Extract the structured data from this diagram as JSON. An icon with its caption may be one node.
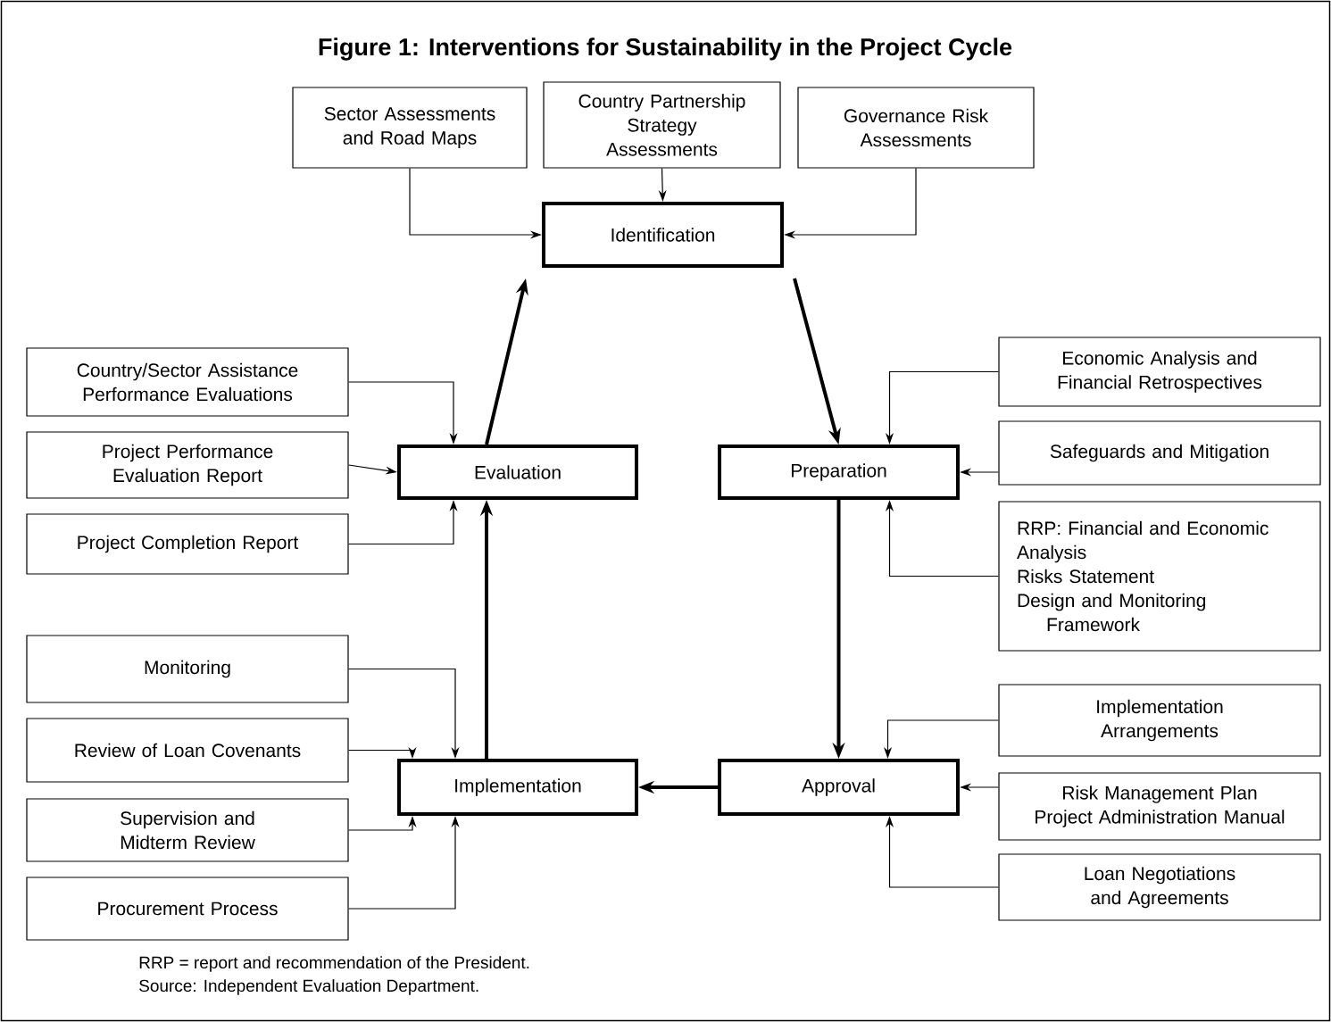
{
  "diagram": {
    "title": "Figure 1: Interventions for Sustainability in the Project Cycle",
    "nodes": [
      {
        "text": [
          "Sector Assessments and Road Maps"
        ]
      },
      {
        "text": [
          "Country Partnership Strategy Assessments"
        ]
      },
      {
        "text": [
          "Governance Risk Assessments"
        ]
      },
      {
        "text": [
          "Identification"
        ]
      },
      {
        "text": [
          "Country/Sector Assistance Performance Evaluations"
        ]
      },
      {
        "text": [
          "Project Performance Evaluation Report"
        ]
      },
      {
        "text": [
          "Evaluation"
        ]
      },
      {
        "text": [
          "Project Completion Report"
        ]
      },
      {
        "text": [
          "Economic Analysis and Financial Retrospectives"
        ]
      },
      {
        "text": [
          "Safeguards and Mitigation"
        ]
      },
      {
        "text": [
          "Preparation"
        ]
      },
      {
        "text": [
          "RRP: Financial and Economic Analysis",
          "Risks Statement",
          "Design and Monitoring Framework"
        ]
      },
      {
        "text": [
          "Monitoring"
        ]
      },
      {
        "text": [
          "Review of Loan Covenants"
        ]
      },
      {
        "text": [
          "Supervision and Midterm Review"
        ]
      },
      {
        "text": [
          "Implementation"
        ]
      },
      {
        "text": [
          "Procurement Process"
        ]
      },
      {
        "text": [
          "Implementation Arrangements"
        ]
      },
      {
        "text": [
          "Approval"
        ]
      },
      {
        "text": [
          "Risk Management Plan",
          "Project Administration Manual"
        ]
      },
      {
        "text": [
          "Loan Negotiations and Agreements"
        ]
      }
    ],
    "edges": [
      {
        "from": 0,
        "to": 3,
        "arrow": "to"
      },
      {
        "from": 1,
        "to": 3,
        "arrow": "to"
      },
      {
        "from": 2,
        "to": 3,
        "arrow": "to"
      },
      {
        "from": 6,
        "to": 3,
        "arrow": "to",
        "style": "thick"
      },
      {
        "from": 3,
        "to": 10,
        "arrow": "to",
        "style": "thick"
      },
      {
        "from": 4,
        "to": 6,
        "arrow": "to"
      },
      {
        "from": 5,
        "to": 6,
        "arrow": "to"
      },
      {
        "from": 7,
        "to": 6,
        "arrow": "to"
      },
      {
        "from": 8,
        "to": 10,
        "arrow": "to"
      },
      {
        "from": 9,
        "to": 10,
        "arrow": "to"
      },
      {
        "from": 11,
        "to": 10,
        "arrow": "to"
      },
      {
        "from": 10,
        "to": 18,
        "arrow": "to",
        "style": "thick"
      },
      {
        "from": 18,
        "to": 15,
        "arrow": "to",
        "style": "thick"
      },
      {
        "from": 15,
        "to": 6,
        "arrow": "to",
        "style": "thick"
      },
      {
        "from": 12,
        "to": 15,
        "arrow": "to"
      },
      {
        "from": 13,
        "to": 15,
        "arrow": "to"
      },
      {
        "from": 14,
        "to": 15,
        "arrow": "to"
      },
      {
        "from": 16,
        "to": 15,
        "arrow": "to"
      },
      {
        "from": 17,
        "to": 18,
        "arrow": "to"
      },
      {
        "from": 19,
        "to": 18,
        "arrow": "to"
      },
      {
        "from": 20,
        "to": 18,
        "arrow": "to"
      }
    ],
    "labels": [
      "RRP = report and recommendation of the President.",
      "Source: Independent Evaluation Department."
    ]
  }
}
